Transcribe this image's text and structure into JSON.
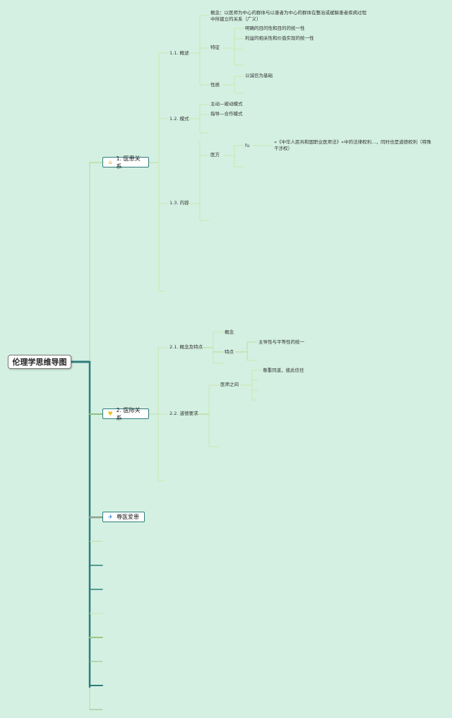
{
  "root": {
    "label": "伦理学思维导图"
  },
  "branch1": {
    "label": "1. 医患关系",
    "icon": "bank-icon",
    "s11": {
      "label": "1.1. 概述",
      "concept": "概念：以医师为中心的群体与以患者为中心的群体在整治或缓解患者疾病过程中所建立的关系（广义）",
      "feature_label": "特征",
      "feature_items": [
        "明确的目的性和目的的统一性",
        "利益的相关性和价值实现的统一性"
      ],
      "nature_label": "性质",
      "nature_items": [
        "以诚信为基础"
      ]
    },
    "s12": {
      "label": "1.2. 模式",
      "items": [
        "主动—被动模式",
        "指导—合作模式"
      ]
    },
    "s13": {
      "label": "1.3. 内容",
      "doctor_label": "医方",
      "fu_label": "fu",
      "law_text": "«《中华人民共和国职业医师法》»中的法律权利…，同时也是道德权利（特殊干涉权）"
    }
  },
  "branch2": {
    "label": "2. 医际关系",
    "icon": "heart-icon",
    "s21": {
      "label": "2.1. 概念及特点",
      "concept_label": "概念",
      "feature_label": "特点",
      "feature_items": [
        "主导性与平等性的统一"
      ]
    },
    "s22": {
      "label": "2.2. 道德要求",
      "between_label": "医师之间",
      "between_items": [
        "尊重同道，彼此信任"
      ]
    }
  },
  "branch3": {
    "label": "尊医爱患",
    "icon": "paper-plane-icon"
  },
  "colors": {
    "background": "#d4f0e2",
    "trunk": "#2d7d7d",
    "branch_light": "#b9dfa0",
    "branch_mid": "#8fbf80"
  }
}
